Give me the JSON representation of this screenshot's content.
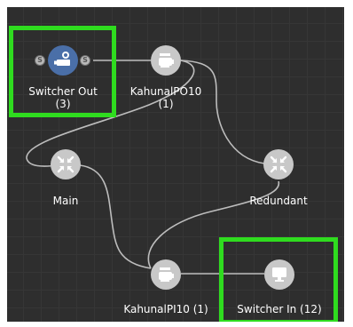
{
  "nodes": [
    {
      "id": "switcher-out",
      "label": "Switcher Out",
      "sublabel": "(3)",
      "icon": "switcher-out-icon",
      "selected": true,
      "highlighted": true
    },
    {
      "id": "kahunal-po10",
      "label": "KahunalPO10",
      "sublabel": "(1)",
      "icon": "kahuna-icon",
      "selected": false,
      "highlighted": false
    },
    {
      "id": "main",
      "label": "Main",
      "sublabel": "",
      "icon": "arrows-inward-icon",
      "selected": false,
      "highlighted": false
    },
    {
      "id": "redundant",
      "label": "Redundant",
      "sublabel": "",
      "icon": "arrows-inward-icon",
      "selected": false,
      "highlighted": false
    },
    {
      "id": "kahunal-pi10",
      "label": "KahunalPI10 (1)",
      "sublabel": "",
      "icon": "kahuna-icon",
      "selected": false,
      "highlighted": false
    },
    {
      "id": "switcher-in",
      "label": "Switcher In (12)",
      "sublabel": "",
      "icon": "monitor-icon",
      "selected": false,
      "highlighted": true
    }
  ],
  "ports": {
    "symbol": "S"
  },
  "colors": {
    "background": "#2e2e2e",
    "grid": "#363636",
    "node": "#c8c8c8",
    "node_selected": "#4a6fa8",
    "highlight": "#2fdc1f",
    "edge": "#bdbdbd",
    "label": "#ffffff"
  }
}
